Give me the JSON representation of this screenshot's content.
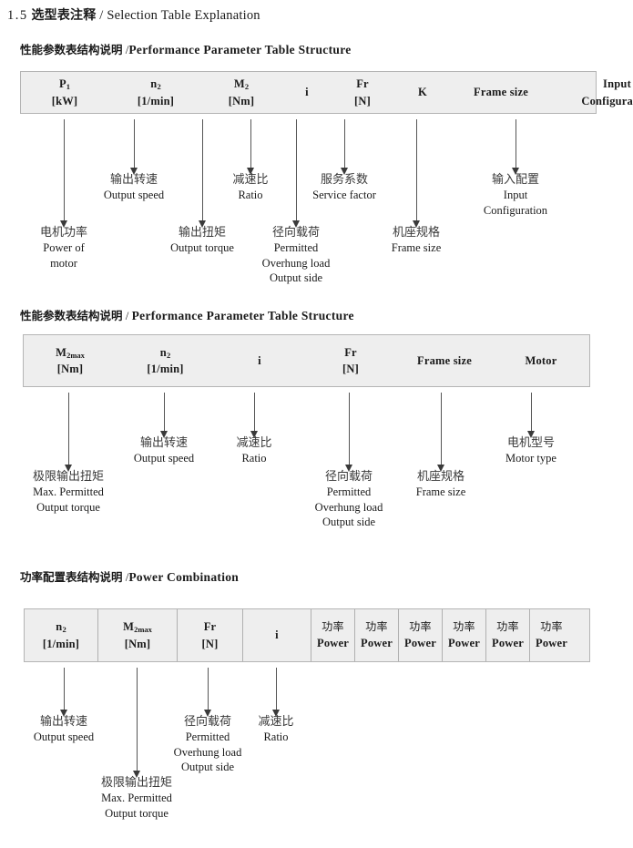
{
  "document": {
    "title_number": "1.5",
    "title_cn": "选型表注释",
    "title_sep": "/",
    "title_en": "Selection Table Explanation"
  },
  "sections": [
    {
      "heading_cn": "性能参数表结构说明",
      "heading_sep": "/",
      "heading_en": "Performance Parameter Table Structure",
      "table": {
        "divided": false,
        "columns": [
          {
            "sym": "P",
            "sub": "1",
            "unit": "[kW]"
          },
          {
            "sym": "n",
            "sub": "2",
            "unit": "[1/min]"
          },
          {
            "sym": "M",
            "sub": "2",
            "unit": "[Nm]"
          },
          {
            "sym": "i",
            "sub": "",
            "unit": ""
          },
          {
            "sym": "Fr",
            "sub": "",
            "unit": "[N]"
          },
          {
            "sym": "K",
            "sub": "",
            "unit": ""
          },
          {
            "sym": "Frame size",
            "sub": "",
            "unit": ""
          },
          {
            "sym": "Input",
            "sub": "",
            "unit": "Configuration"
          }
        ]
      },
      "annotations": [
        {
          "cn": "电机功率",
          "en": [
            "Power of",
            "motor"
          ]
        },
        {
          "cn": "输出转速",
          "en": [
            "Output speed"
          ]
        },
        {
          "cn": "输出扭矩",
          "en": [
            "Output torque"
          ]
        },
        {
          "cn": "减速比",
          "en": [
            "Ratio"
          ]
        },
        {
          "cn": "径向载荷",
          "en": [
            "Permitted",
            "Overhung load",
            "Output side"
          ]
        },
        {
          "cn": "服务系数",
          "en": [
            "Service factor"
          ]
        },
        {
          "cn": "机座规格",
          "en": [
            "Frame size"
          ]
        },
        {
          "cn": "输入配置",
          "en": [
            "Input",
            "Configuration"
          ]
        }
      ]
    },
    {
      "heading_cn": "性能参数表结构说明",
      "heading_sep": "/",
      "heading_en": "Performance Parameter Table Structure",
      "table": {
        "divided": false,
        "columns": [
          {
            "sym": "M",
            "sub": "2max",
            "unit": "[Nm]"
          },
          {
            "sym": "n",
            "sub": "2",
            "unit": "[1/min]"
          },
          {
            "sym": "i",
            "sub": "",
            "unit": ""
          },
          {
            "sym": "Fr",
            "sub": "",
            "unit": "[N]"
          },
          {
            "sym": "Frame size",
            "sub": "",
            "unit": ""
          },
          {
            "sym": "Motor",
            "sub": "",
            "unit": ""
          }
        ]
      },
      "annotations": [
        {
          "cn": "极限输出扭矩",
          "en": [
            "Max. Permitted",
            "Output  torque"
          ]
        },
        {
          "cn": "输出转速",
          "en": [
            "Output speed"
          ]
        },
        {
          "cn": "减速比",
          "en": [
            "Ratio"
          ]
        },
        {
          "cn": "径向载荷",
          "en": [
            "Permitted",
            "Overhung load",
            "Output side"
          ]
        },
        {
          "cn": "机座规格",
          "en": [
            "Frame size"
          ]
        },
        {
          "cn": "电机型号",
          "en": [
            "Motor type"
          ]
        }
      ]
    },
    {
      "heading_cn": "功率配置表结构说明",
      "heading_sep": "/",
      "heading_en": "Power Combination",
      "table": {
        "divided": true,
        "columns": [
          {
            "sym": "n",
            "sub": "2",
            "unit": "[1/min]"
          },
          {
            "sym": "M",
            "sub": "2max",
            "unit": "[Nm]"
          },
          {
            "sym": "Fr",
            "sub": "",
            "unit": "[N]"
          },
          {
            "sym": "i",
            "sub": "",
            "unit": ""
          },
          {
            "sym": "功率",
            "sub": "",
            "unit": "Power"
          },
          {
            "sym": "功率",
            "sub": "",
            "unit": "Power"
          },
          {
            "sym": "功率",
            "sub": "",
            "unit": "Power"
          },
          {
            "sym": "功率",
            "sub": "",
            "unit": "Power"
          },
          {
            "sym": "功率",
            "sub": "",
            "unit": "Power"
          },
          {
            "sym": "功率",
            "sub": "",
            "unit": "Power"
          }
        ]
      },
      "annotations": [
        {
          "cn": "输出转速",
          "en": [
            "Output speed"
          ]
        },
        {
          "cn": "极限输出扭矩",
          "en": [
            "Max. Permitted",
            "Output  torque"
          ]
        },
        {
          "cn": "径向载荷",
          "en": [
            "Permitted",
            "Overhung load",
            "Output side"
          ]
        },
        {
          "cn": "减速比",
          "en": [
            "Ratio"
          ]
        }
      ]
    }
  ],
  "colors": {
    "table_fill": "#eeeeee",
    "table_border": "#b4b4b4",
    "arrow": "#3a3a3a",
    "text": "#1a1a1a"
  }
}
